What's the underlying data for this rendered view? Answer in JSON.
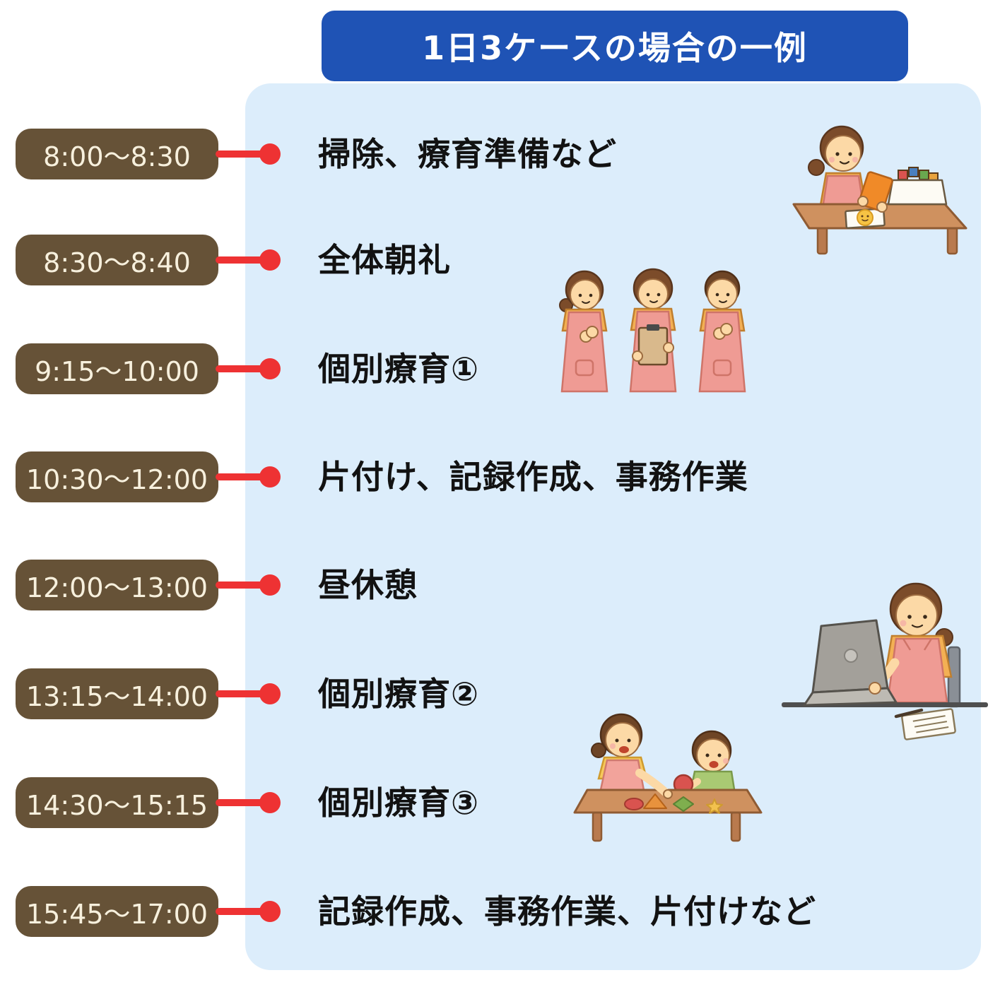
{
  "header": {
    "title": "1日3ケースの場合の一例"
  },
  "colors": {
    "header_bg": "#1f53b5",
    "header_text": "#ffffff",
    "panel_bg": "#dcedfb",
    "time_pill_bg": "#665237",
    "time_pill_text": "#f7f0dd",
    "connector_red": "#ee3233",
    "activity_text": "#121212"
  },
  "schedule": [
    {
      "time": "8:00〜8:30",
      "activity": "掃除、療育準備など"
    },
    {
      "time": "8:30〜8:40",
      "activity": "全体朝礼"
    },
    {
      "time": "9:15〜10:00",
      "activity": "個別療育①"
    },
    {
      "time": "10:30〜12:00",
      "activity": "片付け、記録作成、事務作業"
    },
    {
      "time": "12:00〜13:00",
      "activity": "昼休憩"
    },
    {
      "time": "13:15〜14:00",
      "activity": "個別療育②"
    },
    {
      "time": "14:30〜15:15",
      "activity": "個別療育③"
    },
    {
      "time": "15:45〜17:00",
      "activity": "記録作成、事務作業、片付けなど"
    }
  ],
  "illustrations": [
    {
      "name": "staff-preparing-materials-illustration"
    },
    {
      "name": "staff-morning-meeting-illustration"
    },
    {
      "name": "staff-working-on-laptop-illustration"
    },
    {
      "name": "staff-and-child-therapy-illustration"
    }
  ]
}
